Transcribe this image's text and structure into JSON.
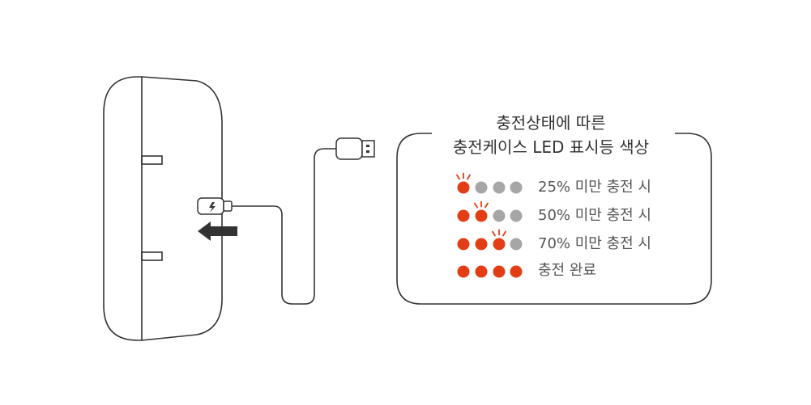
{
  "legend": {
    "title_line1": "충전상태에 따른",
    "title_line2": "충전케이스 LED 표시등 색상",
    "rows": [
      {
        "label": "25% 미만 충전 시",
        "lit": 1,
        "blinking": 1
      },
      {
        "label": "50% 미만 충전 시",
        "lit": 2,
        "blinking": 2
      },
      {
        "label": "70% 미만 충전 시",
        "lit": 3,
        "blinking": 3
      },
      {
        "label": "충전 완료",
        "lit": 4,
        "blinking": 0
      }
    ]
  },
  "colors": {
    "led_on": "#e23d14",
    "led_off": "#a6a6a6",
    "outline": "#333333",
    "arrow": "#333333"
  },
  "icons": {
    "arrow": "left-arrow-icon",
    "lightning": "lightning-icon"
  }
}
